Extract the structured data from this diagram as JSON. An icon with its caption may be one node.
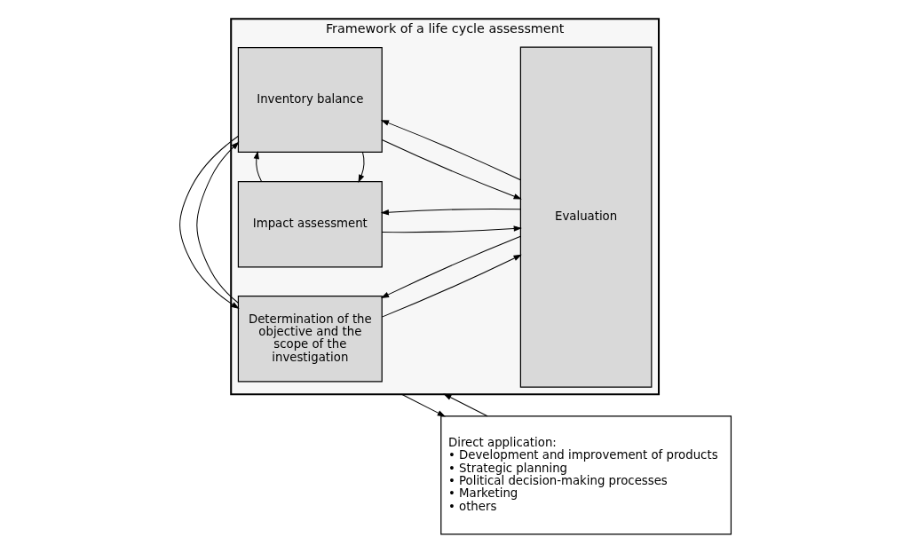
{
  "diagram": {
    "nodes": [
      {
        "text": [
          "Framework of a life cycle assessment"
        ]
      },
      {
        "text": [
          "Determination of the objective and the scope of the investigation"
        ],
        "in": 0
      },
      {
        "text": [
          "Inventory balance"
        ],
        "in": 0
      },
      {
        "text": [
          "Impact assessment"
        ],
        "in": 0
      },
      {
        "text": [
          "Evaluation"
        ],
        "in": 0
      },
      {
        "text": [
          "Direct application:",
          "• Development and improvement of products",
          "• Strategic planning",
          "• Political decision-making processes",
          "• Marketing",
          "• others"
        ]
      }
    ],
    "edges": [
      {
        "from": 1,
        "to": 4,
        "arrow": "to"
      },
      {
        "from": 4,
        "to": 1,
        "arrow": "to"
      },
      {
        "from": 1,
        "to": 2,
        "arrow": "to"
      },
      {
        "from": 2,
        "to": 1,
        "arrow": "to"
      },
      {
        "from": 2,
        "to": 4,
        "arrow": "to"
      },
      {
        "from": 4,
        "to": 2,
        "arrow": "to"
      },
      {
        "from": 2,
        "to": 3,
        "arrow": "to"
      },
      {
        "from": 3,
        "to": 2,
        "arrow": "to"
      },
      {
        "from": 3,
        "to": 4,
        "arrow": "to"
      },
      {
        "from": 4,
        "to": 3,
        "arrow": "to"
      },
      {
        "from": 0,
        "to": 5,
        "arrow": "to"
      },
      {
        "from": 5,
        "to": 0,
        "arrow": "to"
      }
    ]
  }
}
